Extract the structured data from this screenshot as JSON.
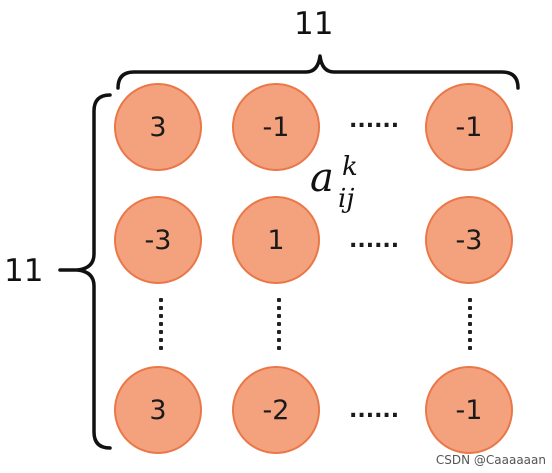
{
  "labels": {
    "column_count": "11",
    "row_count": "11"
  },
  "grid": {
    "row1": {
      "c1": "3",
      "c2": "-1",
      "ellipsis": "......",
      "cN": "-1"
    },
    "row2": {
      "c1": "-3",
      "c2": "1",
      "ellipsis": "......",
      "cN": "-3"
    },
    "row3": {
      "c1": "3",
      "c2": "-2",
      "ellipsis": "......",
      "cN": "-1"
    }
  },
  "formula": {
    "base": "a",
    "superscript": "k",
    "subscript": "ij"
  },
  "colors": {
    "node_fill": "#f4a27e",
    "node_border": "#ea7748"
  },
  "watermark": "CSDN @Caaaaaan"
}
